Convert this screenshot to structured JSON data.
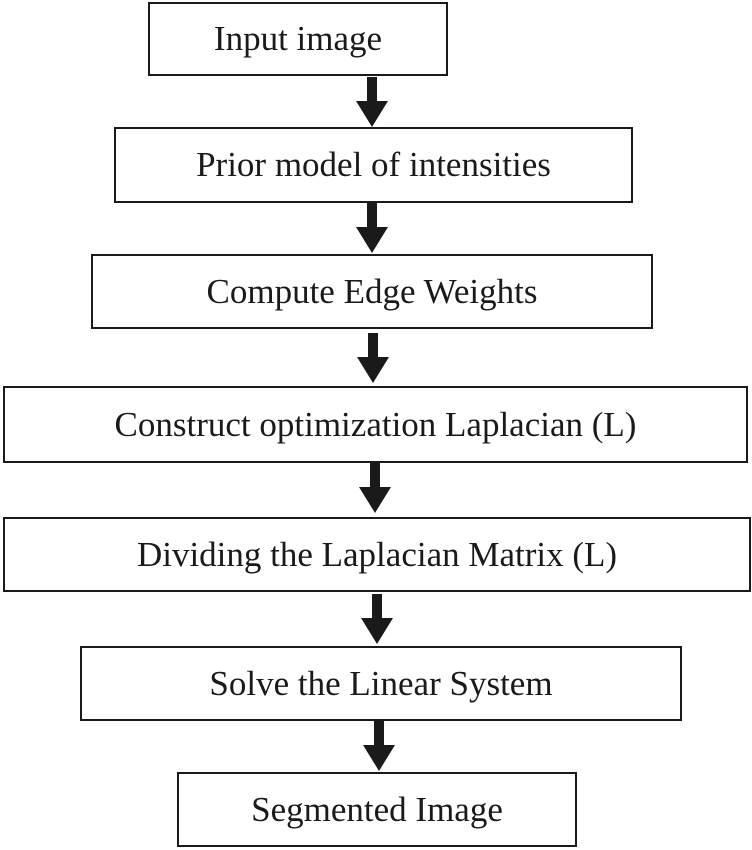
{
  "diagram": {
    "steps": [
      {
        "label": "Input image"
      },
      {
        "label": "Prior model of intensities"
      },
      {
        "label": "Compute Edge Weights"
      },
      {
        "label": "Construct optimization Laplacian (L)"
      },
      {
        "label": "Dividing the Laplacian Matrix (L)"
      },
      {
        "label": "Solve the Linear System"
      },
      {
        "label": "Segmented Image"
      }
    ],
    "colors": {
      "stroke": "#1a1a1a",
      "arrow": "#1a1a1a",
      "background": "#ffffff"
    }
  }
}
